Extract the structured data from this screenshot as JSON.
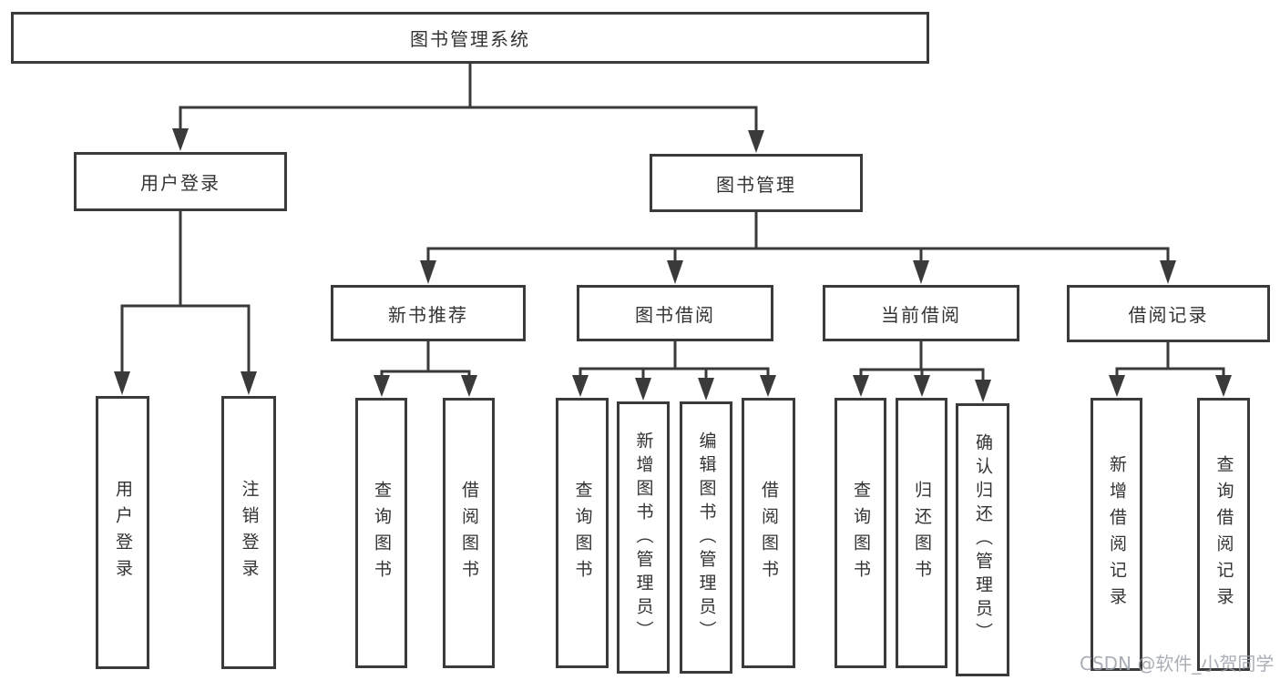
{
  "tree": {
    "label": "图书管理系统",
    "children": [
      {
        "label": "用户登录",
        "children": [
          {
            "label": "用户登录"
          },
          {
            "label": "注销登录"
          }
        ]
      },
      {
        "label": "图书管理",
        "children": [
          {
            "label": "新书推荐",
            "children": [
              {
                "label": "查询图书"
              },
              {
                "label": "借阅图书"
              }
            ]
          },
          {
            "label": "图书借阅",
            "children": [
              {
                "label": "查询图书"
              },
              {
                "label": "新增图书（管理员）"
              },
              {
                "label": "编辑图书（管理员）"
              },
              {
                "label": "借阅图书"
              }
            ]
          },
          {
            "label": "当前借阅",
            "children": [
              {
                "label": "查询图书"
              },
              {
                "label": "归还图书"
              },
              {
                "label": "确认归还（管理员）"
              }
            ]
          },
          {
            "label": "借阅记录",
            "children": [
              {
                "label": "新增借阅记录"
              },
              {
                "label": "查询借阅记录"
              }
            ]
          }
        ]
      }
    ]
  },
  "watermark": {
    "text": "CSDN @软件_小贺同学"
  },
  "colors": {
    "line": "#3a3a3a",
    "text": "#333333",
    "watermark": "#9aa0aa",
    "background": "#ffffff"
  }
}
